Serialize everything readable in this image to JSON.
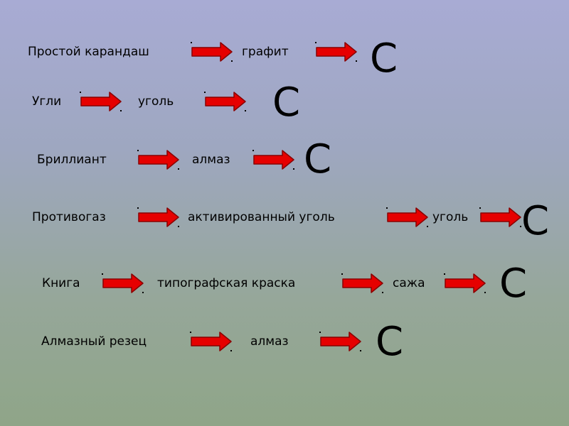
{
  "rows": [
    {
      "source": "Простой карандаш",
      "steps": [
        "графит"
      ],
      "element": "C"
    },
    {
      "source": "Угли",
      "steps": [
        "уголь"
      ],
      "element": "C"
    },
    {
      "source": "Бриллиант",
      "steps": [
        "алмаз"
      ],
      "element": "C"
    },
    {
      "source": "Противогаз",
      "steps": [
        "активированный уголь",
        "уголь"
      ],
      "element": "C"
    },
    {
      "source": "Книга",
      "steps": [
        "типографская краска",
        "сажа"
      ],
      "element": "C"
    },
    {
      "source": "Алмазный резец",
      "steps": [
        "алмаз"
      ],
      "element": "C"
    }
  ],
  "colors": {
    "arrow_fill": "#e60000",
    "arrow_stroke": "#8a0000"
  },
  "icons": {
    "arrow": "right-arrow-icon"
  }
}
